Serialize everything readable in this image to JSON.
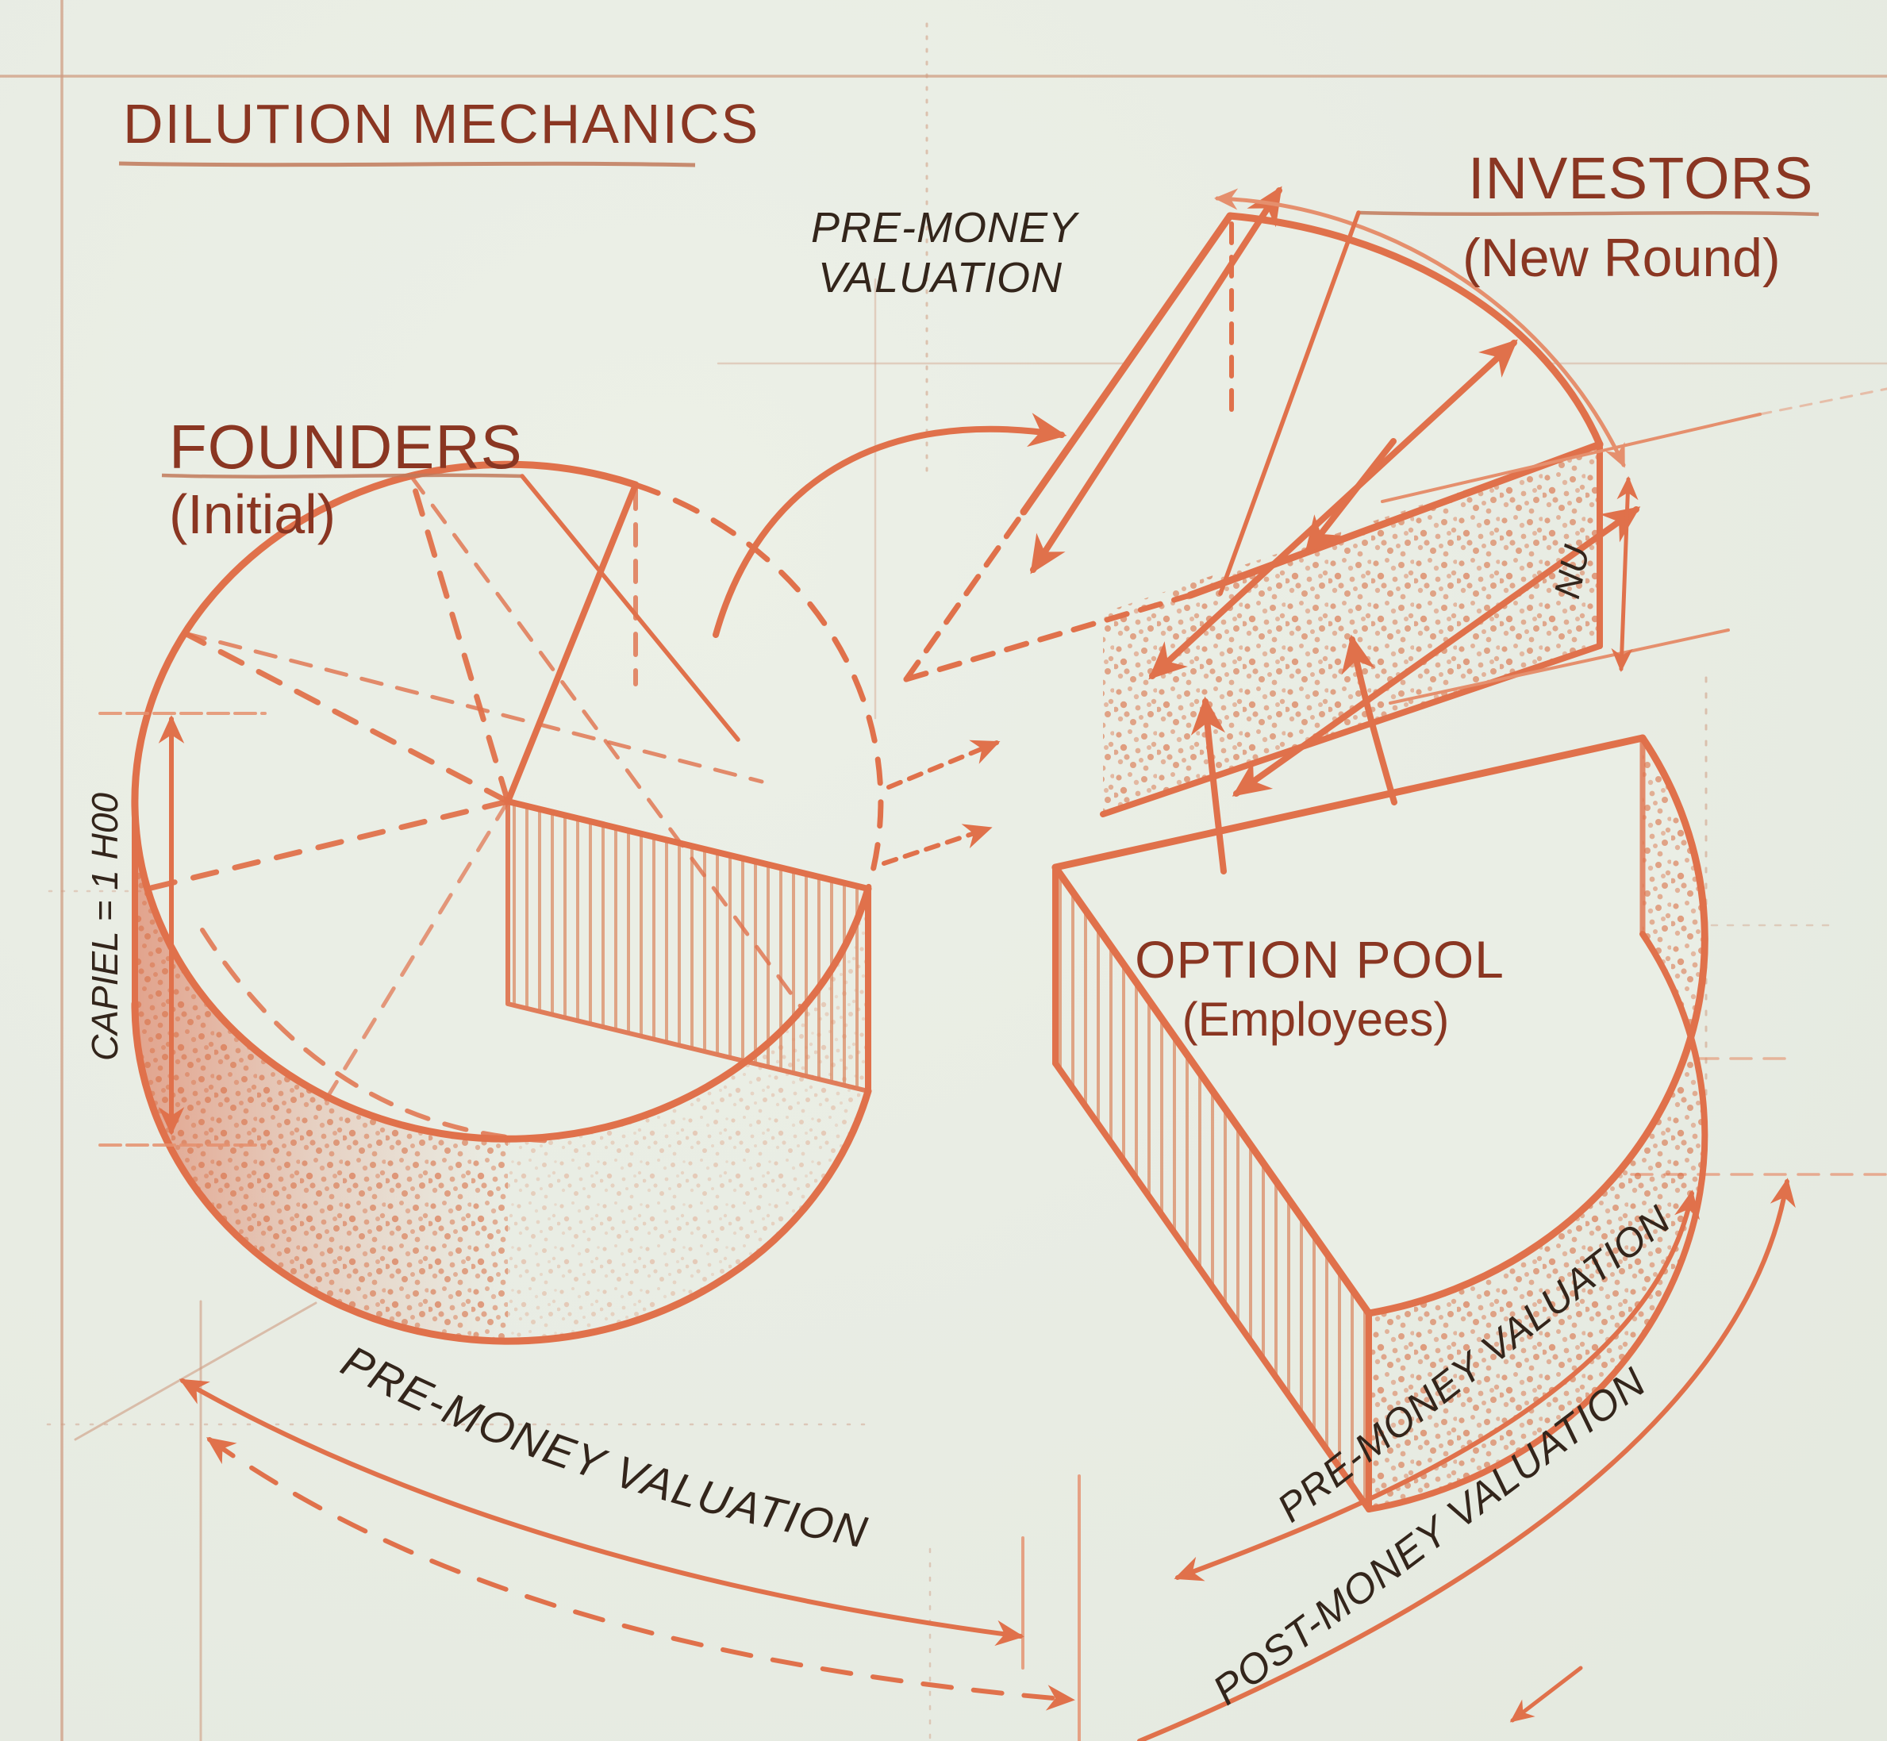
{
  "title": "DILUTION MECHANICS",
  "labels": {
    "founders_1": "FOUNDERS",
    "founders_2": "(Initial)",
    "investors_1": "INVESTORS",
    "investors_2": "(New Round)",
    "option_pool_1": "OPTION POOL",
    "option_pool_2": "(Employees)",
    "pre_money_top_1": "PRE-MONEY",
    "pre_money_top_2": "VALUATION",
    "capital_dimension": "CAPIEL = 1 H00",
    "nu_dimension": "NU",
    "pre_money_bottom": "PRE-MONEY VALUATION",
    "pre_money_right": "PRE-MONEY VALUATION",
    "post_money_right": "POST-MONEY VALUATION"
  },
  "colors": {
    "paper": "#e9ede4",
    "ink": "#e0714b",
    "ink_light": "#e58f6d",
    "heading": "#8a3622",
    "annotation": "#33251b",
    "construction": "#cf9c82"
  },
  "figure": {
    "type": "exploded-pie-diagram",
    "segments": [
      "FOUNDERS (Initial)",
      "INVESTORS (New Round)",
      "OPTION POOL (Employees)"
    ]
  }
}
